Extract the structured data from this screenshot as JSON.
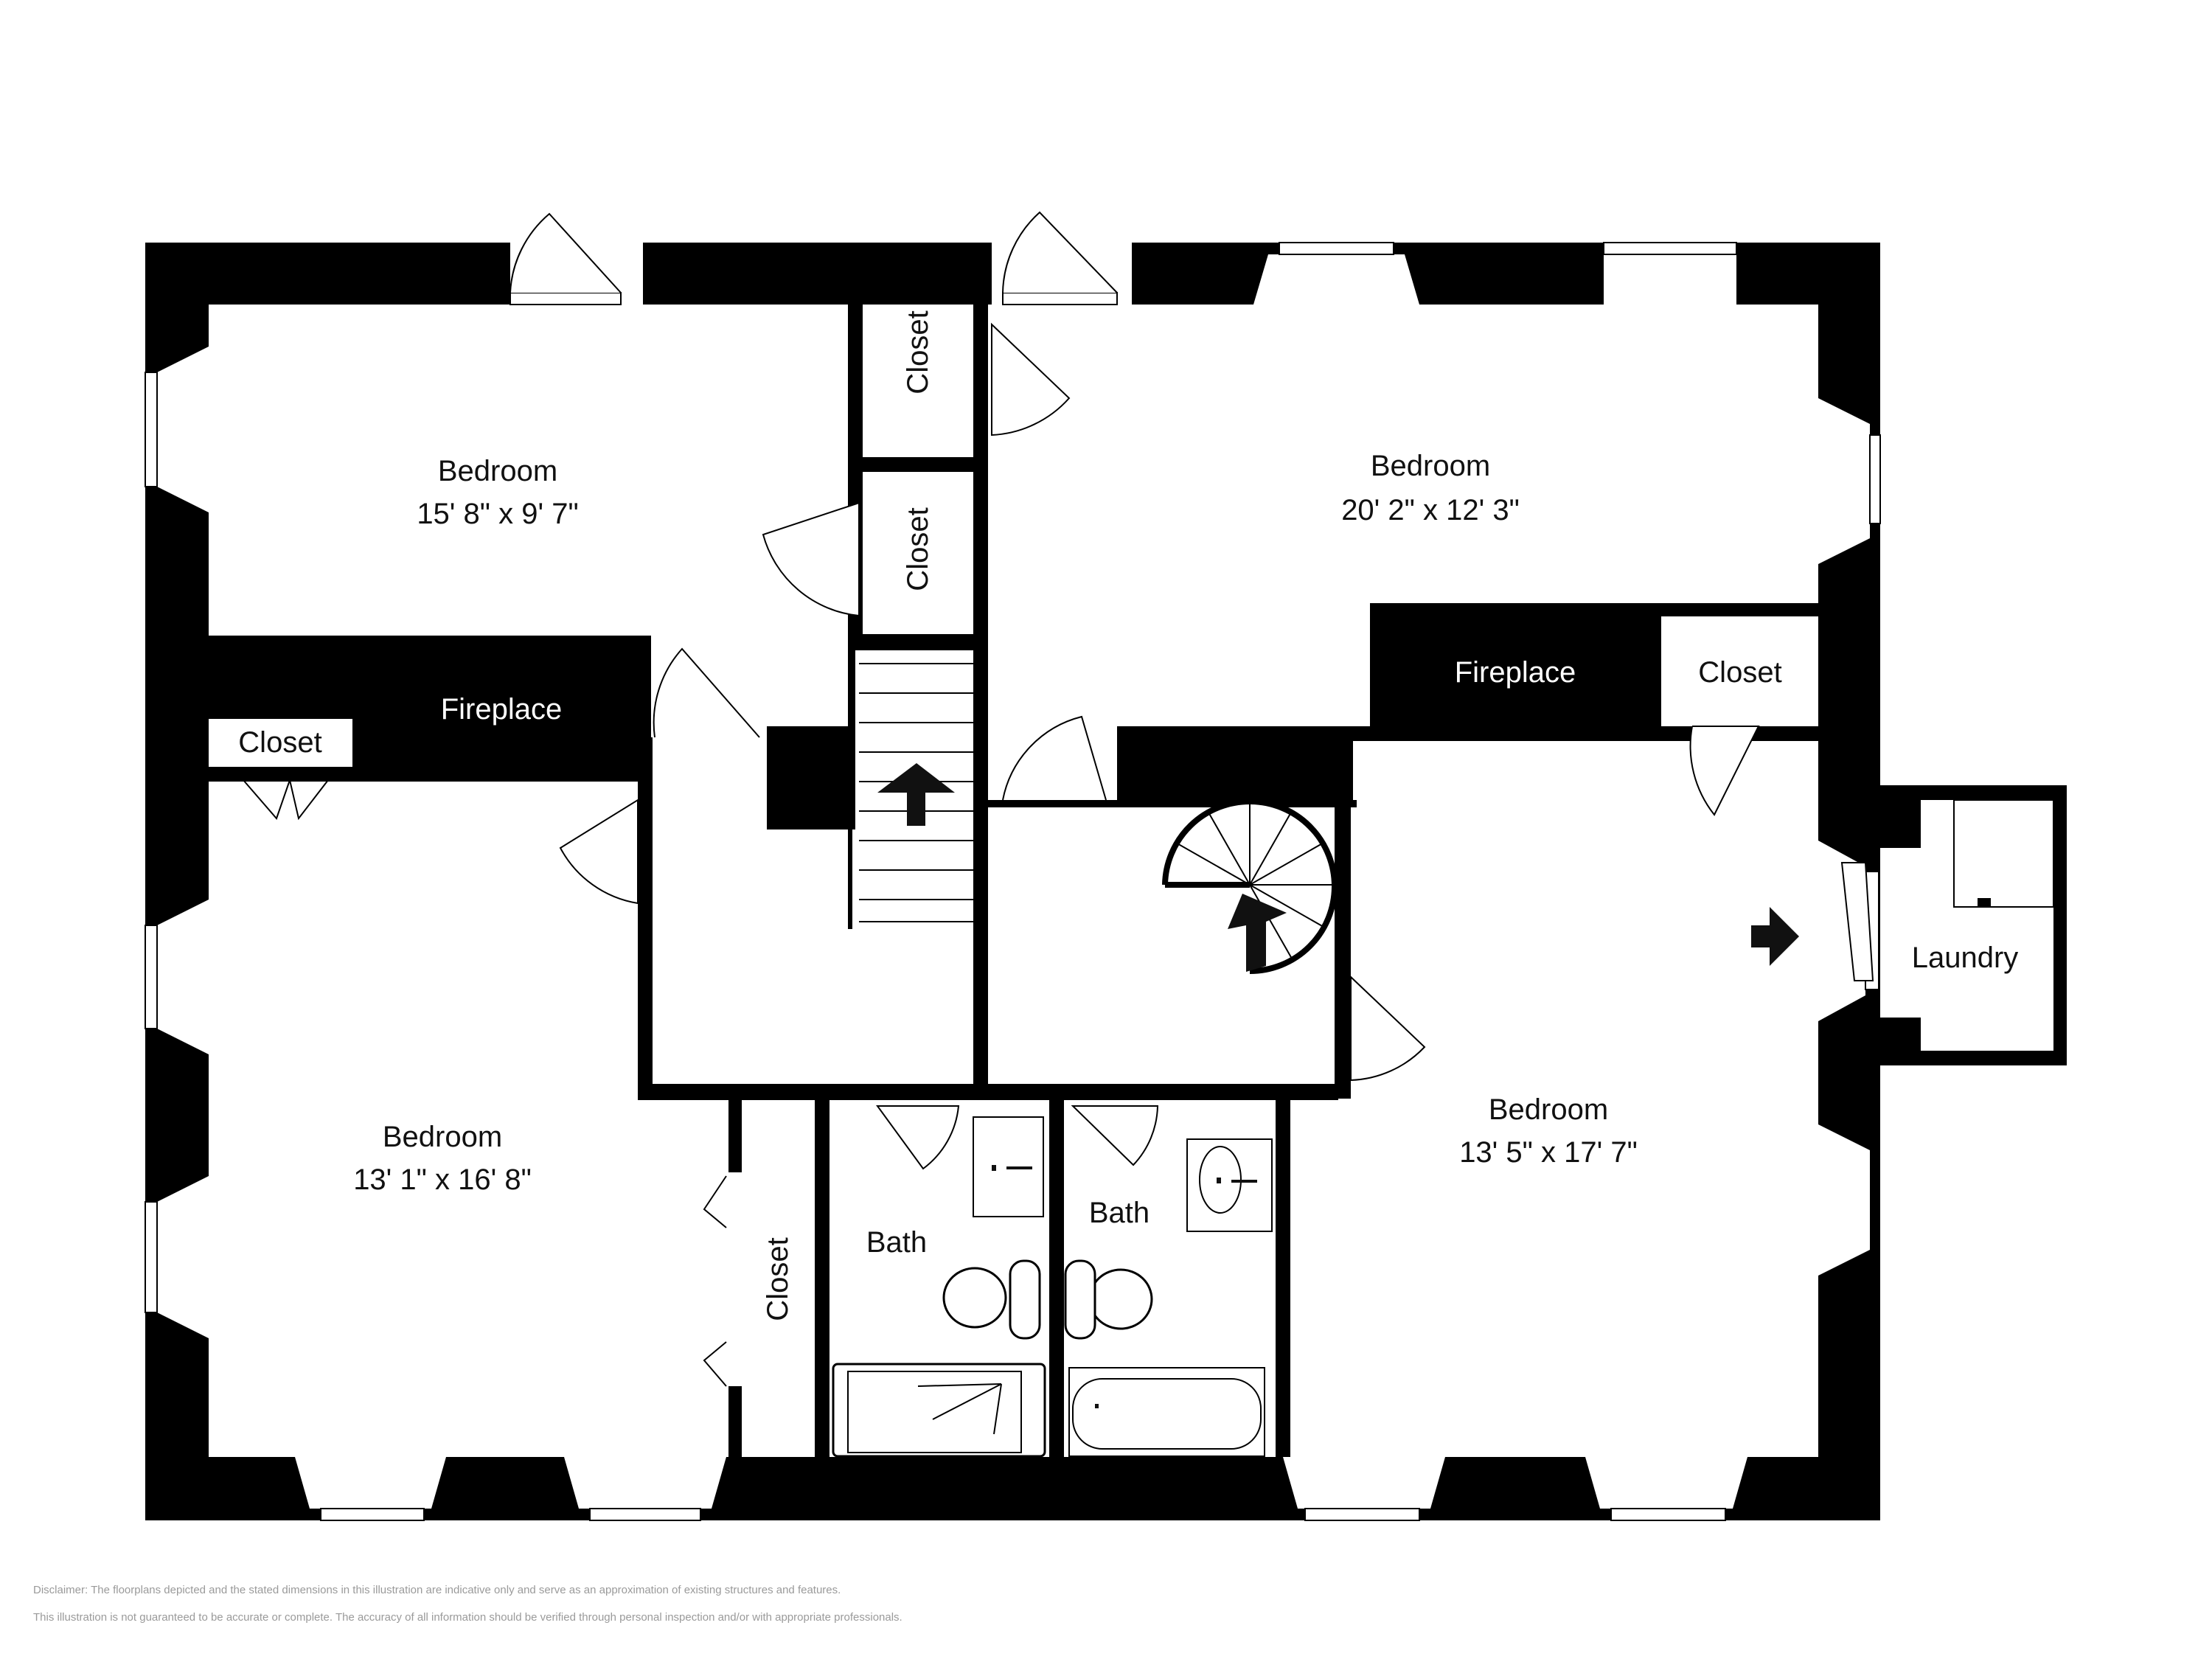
{
  "floorplan": {
    "rooms": [
      {
        "id": "bedroom-nw",
        "name": "Bedroom",
        "dimensions": "15' 8\" x 9' 7\""
      },
      {
        "id": "bedroom-ne",
        "name": "Bedroom",
        "dimensions": "20' 2\" x 12' 3\""
      },
      {
        "id": "bedroom-sw",
        "name": "Bedroom",
        "dimensions": "13' 1\" x 16' 8\""
      },
      {
        "id": "bedroom-se",
        "name": "Bedroom",
        "dimensions": "13' 5\" x 17' 7\""
      },
      {
        "id": "bath-1",
        "name": "Bath"
      },
      {
        "id": "bath-2",
        "name": "Bath"
      },
      {
        "id": "laundry",
        "name": "Laundry"
      }
    ],
    "closets": [
      {
        "id": "closet-top-1",
        "name": "Closet"
      },
      {
        "id": "closet-top-2",
        "name": "Closet"
      },
      {
        "id": "closet-west",
        "name": "Closet"
      },
      {
        "id": "closet-east",
        "name": "Closet"
      },
      {
        "id": "closet-south",
        "name": "Closet"
      }
    ],
    "features": [
      {
        "id": "fireplace-west",
        "name": "Fireplace"
      },
      {
        "id": "fireplace-east",
        "name": "Fireplace"
      }
    ],
    "icons": [
      "stair-up-arrow-icon",
      "spiral-stair-icon",
      "entry-arrow-icon",
      "toilet-icon",
      "sink-icon",
      "shower-icon",
      "bathtub-icon",
      "door-swing-icon",
      "window-icon"
    ]
  },
  "disclaimer": {
    "line1": "Disclaimer: The floorplans depicted and the stated dimensions in this illustration are indicative only and serve as an approximation of existing structures and features.",
    "line2": "This illustration is not guaranteed to be accurate or complete. The accuracy of all information should be verified through personal inspection and/or with appropriate professionals."
  },
  "colors": {
    "wall": "#000000",
    "background": "#ffffff",
    "disclaimer_text": "#9a9a9a"
  }
}
